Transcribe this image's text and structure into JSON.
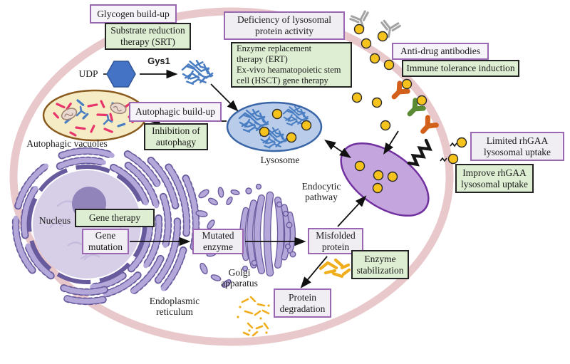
{
  "boxes": {
    "glycogen_buildup": {
      "label": "Glycogen build-up",
      "type": "problem"
    },
    "srt": {
      "label": "Substrate reduction\ntherapy (SRT)",
      "type": "therapy"
    },
    "deficiency": {
      "label": "Deficiency of lysosomal\nprotein activity",
      "type": "problem"
    },
    "ert_hsct": {
      "label": "Enzyme replacement\ntherapy (ERT)\nEx-vivo heamatopoietic stem\ncell (HSCT) gene therapy",
      "type": "therapy"
    },
    "anti_drug_antibodies": {
      "label": "Anti-drug antibodies",
      "type": "problem"
    },
    "immune_tolerance": {
      "label": "Immune tolerance induction",
      "type": "therapy"
    },
    "autophagic_buildup": {
      "label": "Autophagic build-up",
      "type": "problem"
    },
    "inhibition_autophagy": {
      "label": "Inhibition of\nautophagy",
      "type": "therapy"
    },
    "limited_rhgaa": {
      "label": "Limited rhGAA\nlysosomal uptake",
      "type": "problem"
    },
    "improve_rhgaa": {
      "label": "Improve rhGAA\nlysosomal uptake",
      "type": "therapy"
    },
    "gene_therapy": {
      "label": "Gene therapy",
      "type": "therapy"
    },
    "gene_mutation": {
      "label": "Gene\nmutation",
      "type": "problem"
    },
    "mutated_enzyme": {
      "label": "Mutated\nenzyme",
      "type": "problem"
    },
    "misfolded_protein": {
      "label": "Misfolded\nprotein",
      "type": "problem"
    },
    "enzyme_stabilization": {
      "label": "Enzyme\nstabilization",
      "type": "therapy"
    },
    "protein_degradation": {
      "label": "Protein\ndegradation",
      "type": "problem"
    }
  },
  "labels": {
    "udp": "UDP",
    "gys1": "Gys1",
    "autophagic_vacuoles": "Autophagic vacuoles",
    "lysosome": "Lysosome",
    "endocytic_pathway": "Endocytic\npathway",
    "nucleus": "Nucleus",
    "golgi": "Golgi\napparatus",
    "er": "Endoplasmic\nreticulum"
  },
  "colors": {
    "therapy_box_bg": "#deeed3",
    "problem_box_border": "#9a68b2",
    "membrane": "#e8c8ca",
    "lysosome_fill": "#b9cce9",
    "endocytic_fill": "#c4a5dd",
    "glycogen_blue": "#4a7ec2",
    "glycogen_granule_yellow": "#f6c31c",
    "antibody_gray": "#a3a3a3",
    "receptor_orange": "#d2601a",
    "receptor_green": "#5a8a33",
    "misfolded_yellow": "#f0ad1c"
  }
}
